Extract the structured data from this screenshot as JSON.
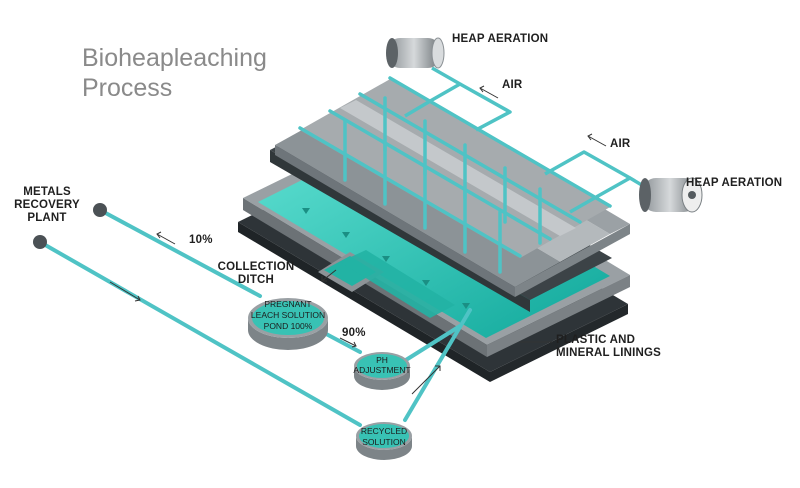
{
  "title_line1": "Bioheapleaching",
  "title_line2": "Process",
  "labels": {
    "heap_aeration_top": "HEAP AERATION",
    "heap_aeration_right": "HEAP AERATION",
    "air_top": "AIR",
    "air_right": "AIR",
    "metals_recovery_line1": "METALS",
    "metals_recovery_line2": "RECOVERY",
    "metals_recovery_line3": "PLANT",
    "ten_percent": "10%",
    "collection_ditch_line1": "COLLECTION",
    "collection_ditch_line2": "DITCH",
    "pregnant_line1": "PREGNANT",
    "pregnant_line2": "LEACH SOLUTION",
    "pregnant_line3": "POND 100%",
    "ninety_percent": "90%",
    "ph_line1": "PH",
    "ph_line2": "ADJUSTMENT",
    "plastic_line1": "PLASTIC AND",
    "plastic_line2": "MINERAL LININGS",
    "recycled_line1": "RECYCLED",
    "recycled_line2": "SOLUTION"
  },
  "colors": {
    "pipe": "#4fc3c5",
    "liquid": "#1fb5a8",
    "heap_top": "#a7acb0",
    "heap_side": "#7c8388",
    "liner_dark": "#2e3438"
  }
}
